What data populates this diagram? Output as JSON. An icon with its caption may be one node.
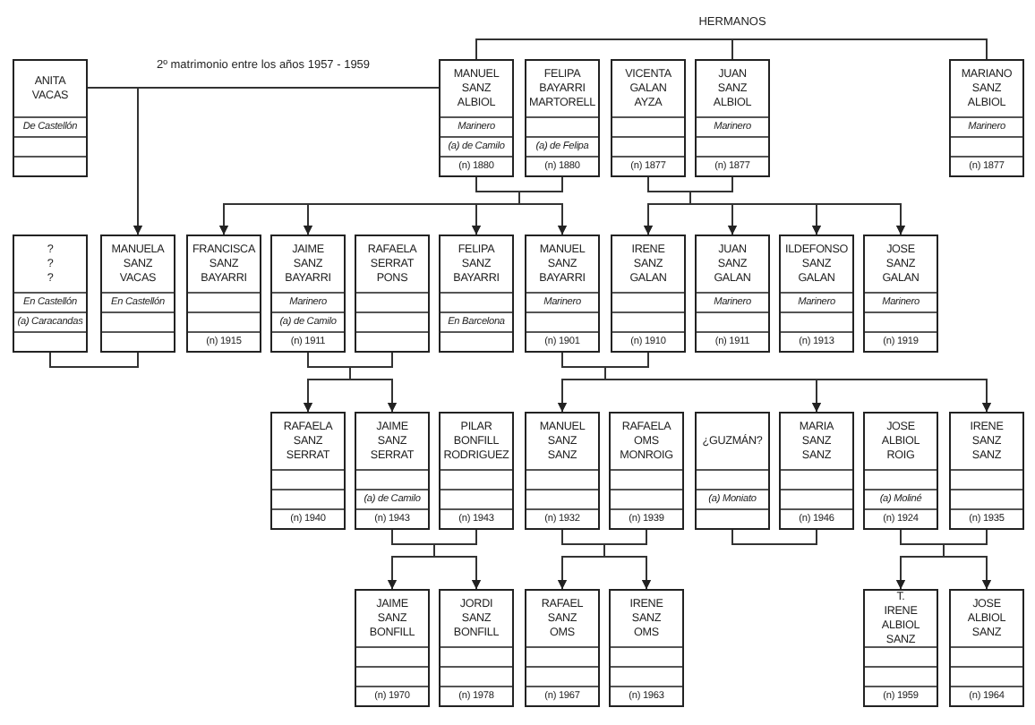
{
  "diagram": {
    "nodes": [
      {
        "text": [
          "ANITA VACAS",
          "De Castellón"
        ]
      },
      {
        "text": [
          "MANUEL SANZ ALBIOL",
          "Marinero",
          "(a) de Camilo",
          "(n) 1880"
        ]
      },
      {
        "text": [
          "FELIPA BAYARRI MARTORELL",
          "(a) de Felipa",
          "(n) 1880"
        ]
      },
      {
        "text": [
          "VICENTA GALAN AYZA",
          "(n) 1877"
        ]
      },
      {
        "text": [
          "JUAN SANZ ALBIOL",
          "Marinero",
          "(n) 1877"
        ]
      },
      {
        "text": [
          "MARIANO SANZ ALBIOL",
          "Marinero",
          "(n) 1877"
        ]
      },
      {
        "text": [
          "? ? ?",
          "En Castellón",
          "(a) Caracandas"
        ]
      },
      {
        "text": [
          "MANUELA SANZ VACAS",
          "En Castellón"
        ]
      },
      {
        "text": [
          "FRANCISCA SANZ BAYARRI",
          "(n) 1915"
        ]
      },
      {
        "text": [
          "JAIME SANZ BAYARRI",
          "Marinero",
          "(a) de Camilo",
          "(n) 1911"
        ]
      },
      {
        "text": [
          "RAFAELA SERRAT PONS"
        ]
      },
      {
        "text": [
          "FELIPA SANZ BAYARRI",
          "En Barcelona"
        ]
      },
      {
        "text": [
          "MANUEL SANZ BAYARRI",
          "Marinero",
          "(n) 1901"
        ]
      },
      {
        "text": [
          "IRENE SANZ GALAN",
          "(n) 1910"
        ]
      },
      {
        "text": [
          "JUAN SANZ GALAN",
          "Marinero",
          "(n) 1911"
        ]
      },
      {
        "text": [
          "ILDEFONSO SANZ GALAN",
          "Marinero",
          "(n) 1913"
        ]
      },
      {
        "text": [
          "JOSE SANZ GALAN",
          "Marinero",
          "(n) 1919"
        ]
      },
      {
        "text": [
          "RAFAELA SANZ SERRAT",
          "(n) 1940"
        ]
      },
      {
        "text": [
          "JAIME SANZ SERRAT",
          "(a) de Camilo",
          "(n) 1943"
        ]
      },
      {
        "text": [
          "PILAR BONFILL RODRIGUEZ",
          "(n) 1943"
        ]
      },
      {
        "text": [
          "MANUEL SANZ SANZ",
          "(n) 1932"
        ]
      },
      {
        "text": [
          "RAFAELA OMS MONROIG",
          "(n) 1939"
        ]
      },
      {
        "text": [
          "¿GUZMÁN?",
          "(a) Moniato"
        ]
      },
      {
        "text": [
          "MARIA SANZ SANZ",
          "(n) 1946"
        ]
      },
      {
        "text": [
          "JOSE ALBIOL ROIG",
          "(a) Moliné",
          "(n) 1924"
        ]
      },
      {
        "text": [
          "IRENE SANZ SANZ",
          "(n) 1935"
        ]
      },
      {
        "text": [
          "JAIME SANZ BONFILL",
          "(n) 1970"
        ]
      },
      {
        "text": [
          "JORDI SANZ BONFILL",
          "(n) 1978"
        ]
      },
      {
        "text": [
          "RAFAEL SANZ OMS",
          "(n) 1967"
        ]
      },
      {
        "text": [
          "IRENE SANZ OMS",
          "(n) 1963"
        ]
      },
      {
        "text": [
          "T. IRENE ALBIOL SANZ",
          "(n) 1959"
        ]
      },
      {
        "text": [
          "JOSE ALBIOL SANZ",
          "(n) 1964"
        ]
      }
    ],
    "edges": [
      {
        "from": 0,
        "to": 1,
        "arrow": "none",
        "label": "2º matrimonio entre los años 1957 - 1959"
      },
      {
        "from": 0,
        "to": 7,
        "arrow": "to"
      },
      {
        "from": 1,
        "to": 7,
        "arrow": "to"
      },
      {
        "from": 1,
        "to": 4,
        "arrow": "none",
        "label": "HERMANOS"
      },
      {
        "from": 1,
        "to": 5,
        "arrow": "none"
      },
      {
        "from": 1,
        "to": 8,
        "arrow": "to"
      },
      {
        "from": 1,
        "to": 9,
        "arrow": "to"
      },
      {
        "from": 1,
        "to": 11,
        "arrow": "to"
      },
      {
        "from": 1,
        "to": 12,
        "arrow": "to"
      },
      {
        "from": 2,
        "to": 8,
        "arrow": "to"
      },
      {
        "from": 2,
        "to": 9,
        "arrow": "to"
      },
      {
        "from": 2,
        "to": 11,
        "arrow": "to"
      },
      {
        "from": 2,
        "to": 12,
        "arrow": "to"
      },
      {
        "from": 3,
        "to": 13,
        "arrow": "to"
      },
      {
        "from": 3,
        "to": 14,
        "arrow": "to"
      },
      {
        "from": 3,
        "to": 15,
        "arrow": "to"
      },
      {
        "from": 3,
        "to": 16,
        "arrow": "to"
      },
      {
        "from": 4,
        "to": 13,
        "arrow": "to"
      },
      {
        "from": 4,
        "to": 14,
        "arrow": "to"
      },
      {
        "from": 4,
        "to": 15,
        "arrow": "to"
      },
      {
        "from": 4,
        "to": 16,
        "arrow": "to"
      },
      {
        "from": 6,
        "to": 7,
        "arrow": "none"
      },
      {
        "from": 9,
        "to": 17,
        "arrow": "to"
      },
      {
        "from": 9,
        "to": 18,
        "arrow": "to"
      },
      {
        "from": 10,
        "to": 17,
        "arrow": "to"
      },
      {
        "from": 10,
        "to": 18,
        "arrow": "to"
      },
      {
        "from": 12,
        "to": 20,
        "arrow": "to"
      },
      {
        "from": 12,
        "to": 23,
        "arrow": "to"
      },
      {
        "from": 12,
        "to": 25,
        "arrow": "to"
      },
      {
        "from": 13,
        "to": 20,
        "arrow": "to"
      },
      {
        "from": 13,
        "to": 23,
        "arrow": "to"
      },
      {
        "from": 13,
        "to": 25,
        "arrow": "to"
      },
      {
        "from": 18,
        "to": 26,
        "arrow": "to"
      },
      {
        "from": 18,
        "to": 27,
        "arrow": "to"
      },
      {
        "from": 19,
        "to": 26,
        "arrow": "to"
      },
      {
        "from": 19,
        "to": 27,
        "arrow": "to"
      },
      {
        "from": 20,
        "to": 28,
        "arrow": "to"
      },
      {
        "from": 20,
        "to": 29,
        "arrow": "to"
      },
      {
        "from": 21,
        "to": 28,
        "arrow": "to"
      },
      {
        "from": 21,
        "to": 29,
        "arrow": "to"
      },
      {
        "from": 22,
        "to": 23,
        "arrow": "none"
      },
      {
        "from": 24,
        "to": 30,
        "arrow": "to"
      },
      {
        "from": 24,
        "to": 31,
        "arrow": "to"
      },
      {
        "from": 25,
        "to": 30,
        "arrow": "to"
      },
      {
        "from": 25,
        "to": 31,
        "arrow": "to"
      }
    ]
  }
}
